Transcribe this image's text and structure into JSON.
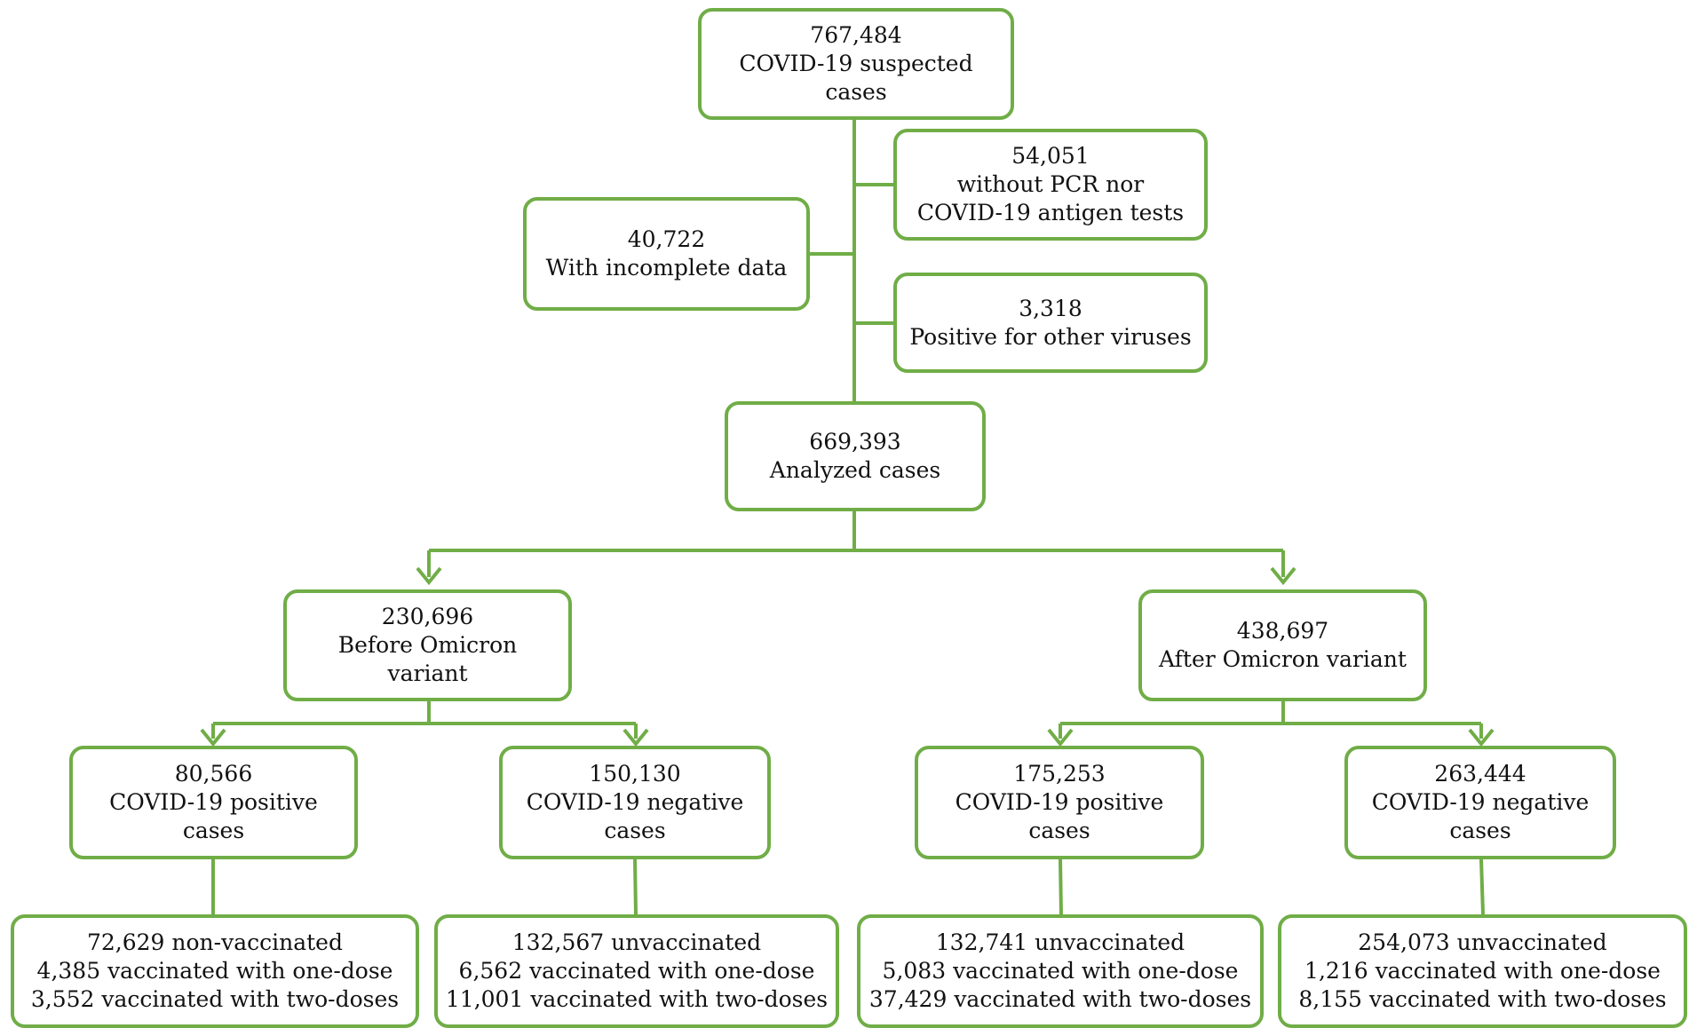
{
  "diagram": {
    "accent_color": "#70AD47",
    "nodes": {
      "suspected": [
        "767,484",
        "COVID-19 suspected",
        "cases"
      ],
      "no_test": [
        "54,051",
        "without PCR nor",
        "COVID-19 antigen tests"
      ],
      "incomplete": [
        "40,722",
        "With incomplete data"
      ],
      "other_virus": [
        "3,318",
        "Positive for other viruses"
      ],
      "analyzed": [
        "669,393",
        "Analyzed cases"
      ],
      "before_omicron": [
        "230,696",
        "Before Omicron",
        "variant"
      ],
      "after_omicron": [
        "438,697",
        "After Omicron variant"
      ],
      "before_pos": [
        "80,566",
        "COVID-19 positive",
        "cases"
      ],
      "before_neg": [
        "150,130",
        "COVID-19 negative",
        "cases"
      ],
      "after_pos": [
        "175,253",
        "COVID-19 positive",
        "cases"
      ],
      "after_neg": [
        "263,444",
        "COVID-19 negative",
        "cases"
      ],
      "before_pos_vax": [
        "72,629 non-vaccinated",
        "4,385 vaccinated with one-dose",
        "3,552 vaccinated with two-doses"
      ],
      "before_neg_vax": [
        "132,567 unvaccinated",
        "6,562 vaccinated with one-dose",
        "11,001 vaccinated with two-doses"
      ],
      "after_pos_vax": [
        "132,741 unvaccinated",
        "5,083 vaccinated with one-dose",
        "37,429 vaccinated with two-doses"
      ],
      "after_neg_vax": [
        "254,073 unvaccinated",
        "1,216 vaccinated with one-dose",
        "8,155 vaccinated with two-doses"
      ]
    }
  }
}
